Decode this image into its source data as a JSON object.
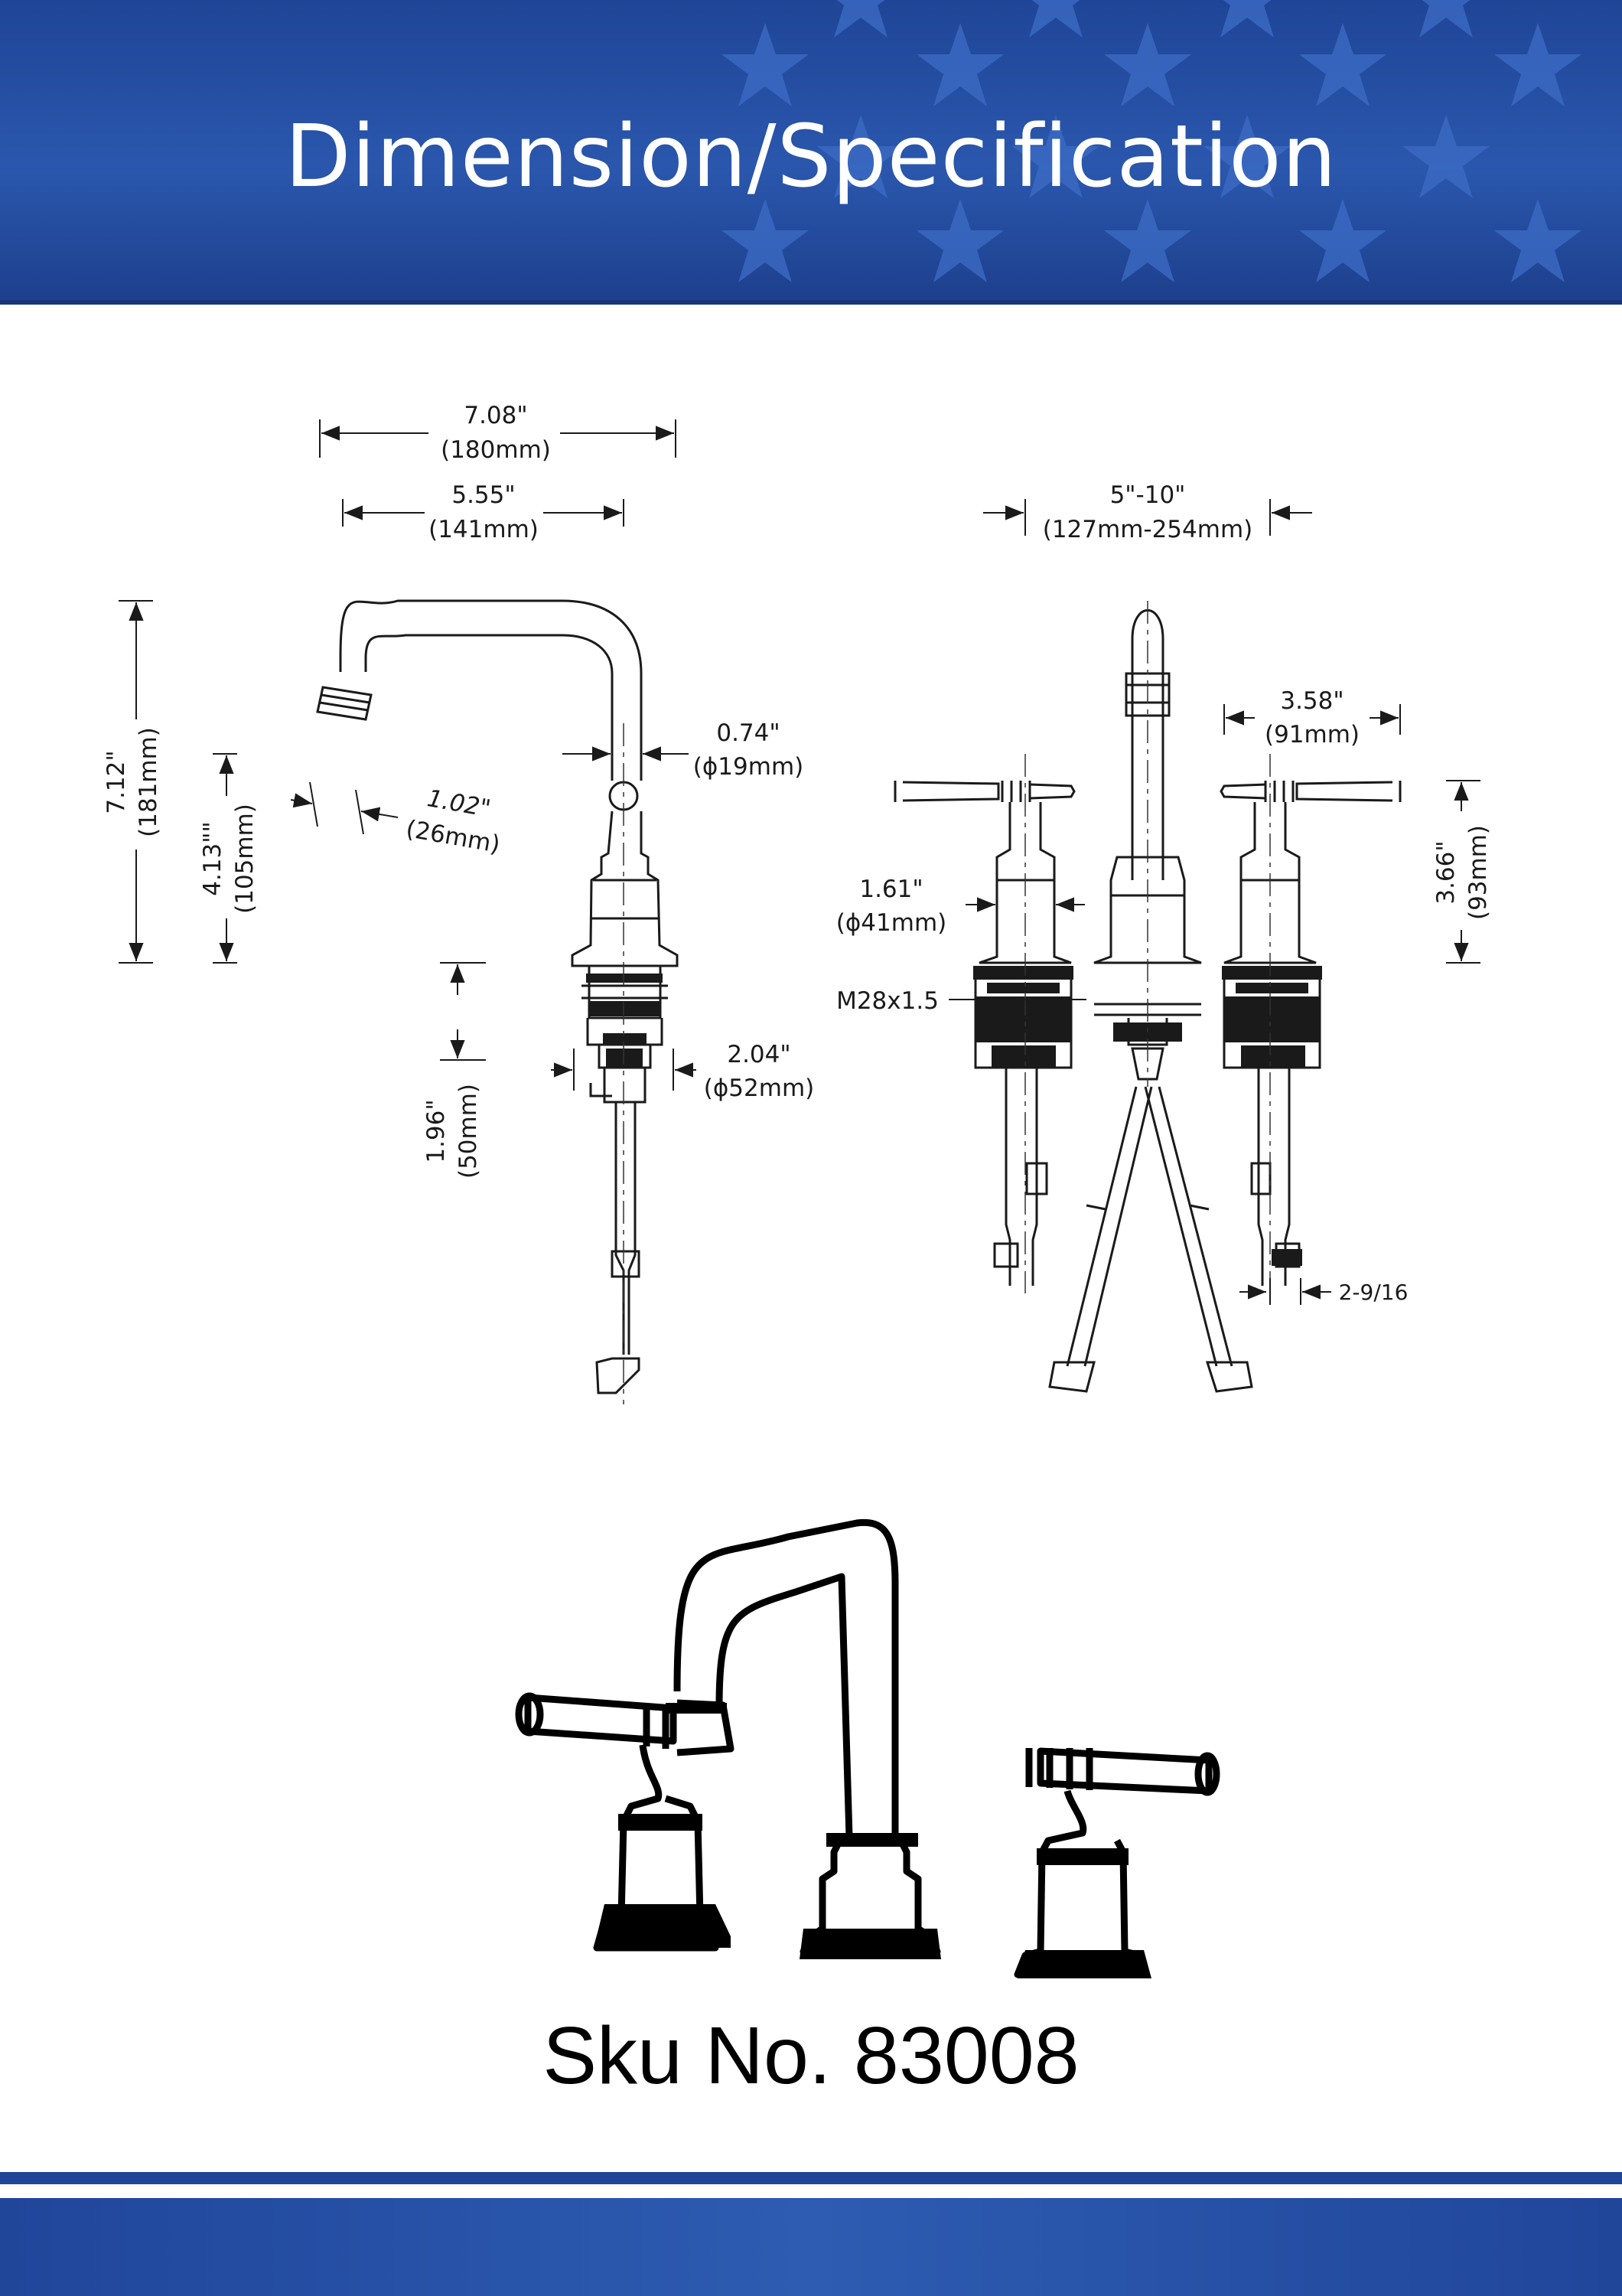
{
  "header": {
    "title": "Dimension/Specification"
  },
  "dimensions": {
    "overall_length": {
      "in": "7.08\"",
      "mm": "(180mm)"
    },
    "spout_reach": {
      "in": "5.55\"",
      "mm": "(141mm)"
    },
    "spread": {
      "in": "5\"-10\"",
      "mm": "(127mm-254mm)"
    },
    "total_height": {
      "in": "7.12\"",
      "mm": "(181mm)"
    },
    "spout_height": {
      "in": "4.13\"\"",
      "mm": "(105mm)"
    },
    "aerator": {
      "in": "1.02\"",
      "mm": "(26mm)"
    },
    "spout_tube": {
      "in": "0.74\"",
      "mm": "(ϕ19mm)"
    },
    "shank_length": {
      "in": "1.96\"",
      "mm": "(50mm)"
    },
    "base_dia": {
      "in": "2.04\"",
      "mm": "(ϕ52mm)"
    },
    "handle_length": {
      "in": "3.58\"",
      "mm": "(91mm)"
    },
    "handle_base_dia": {
      "in": "1.61\"",
      "mm": "(ϕ41mm)"
    },
    "handle_height": {
      "in": "3.66\"",
      "mm": "(93mm)"
    },
    "thread": "M28x1.5",
    "connector": "2-9/16"
  },
  "product": {
    "sku": "Sku No. 83008"
  },
  "colors": {
    "brand_blue": "#2a57ad",
    "line": "#1a1a1a"
  }
}
